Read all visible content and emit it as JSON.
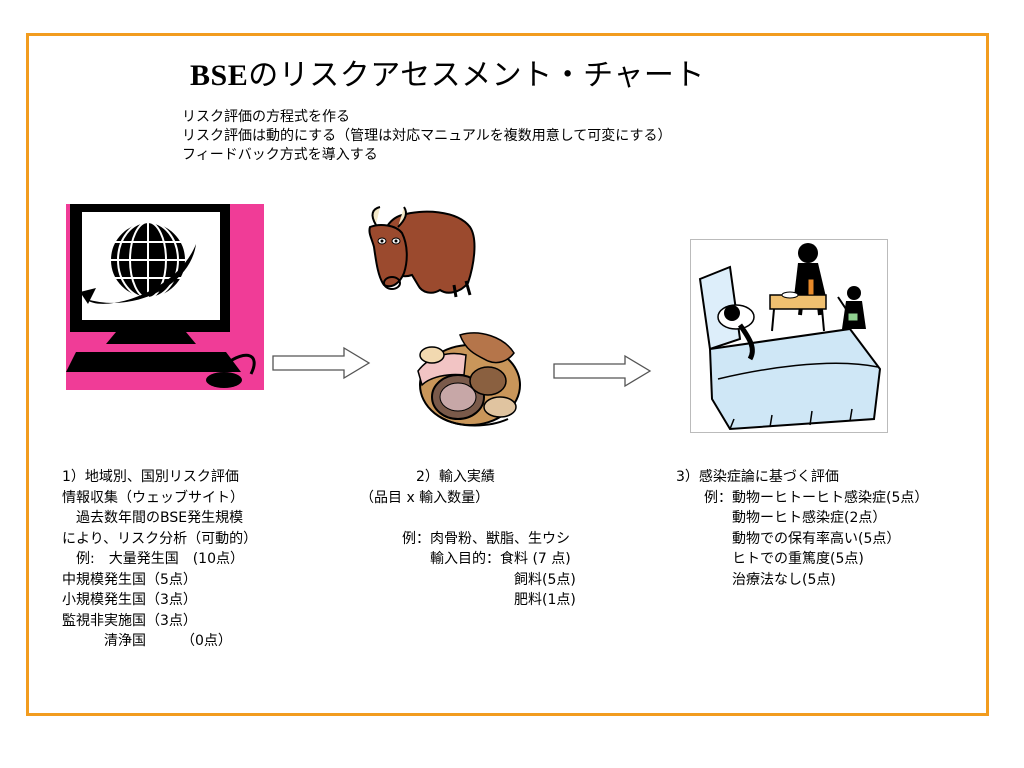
{
  "title": {
    "latin": "BSE",
    "rest": "のリスクアセスメント・チャート"
  },
  "intro": [
    "リスク評価の方程式を作る",
    "リスク評価は動的にする（管理は対応マニュアルを複数用意して可変にする）",
    "フィードバック方式を導入する"
  ],
  "col1": [
    "1）地域別、国別リスク評価",
    "情報収集（ウェッブサイト）",
    "　過去数年間のBSE発生規模",
    "により、リスク分析（可動的）",
    "　例:　大量発生国　(10点）",
    "中規模発生国（5点）",
    "小規模発生国（3点）",
    "監視非実施国（3点）",
    "　　　清浄国　　　（0点）"
  ],
  "col2": [
    "　　　　2）輸入実績",
    "（品目 x 輸入数量）",
    "",
    "　　　例：肉骨粉、獣脂、生ウシ",
    "　　　　　輸入目的：食料 (7 点)",
    "　　　　　　　　　　　飼料(5点)",
    "　　　　　　　　　　　肥料(1点)"
  ],
  "col3": [
    "3）感染症論に基づく評価",
    "　　例：動物ーヒトーヒト感染症(5点）",
    "　　　　動物ーヒト感染症(2点）",
    "　　　　動物での保有率高い(5点）",
    "　　　　ヒトでの重篤度(5点)",
    "　　　　治療法なし(5点)"
  ],
  "colors": {
    "frame": "#f29c1f",
    "computer_bg": "#f03c97",
    "cow": "#9b4a2e"
  },
  "icons": [
    "computer-globe-icon",
    "cow-icon",
    "meat-products-icon",
    "patient-bed-icon",
    "arrow-right-icon"
  ]
}
